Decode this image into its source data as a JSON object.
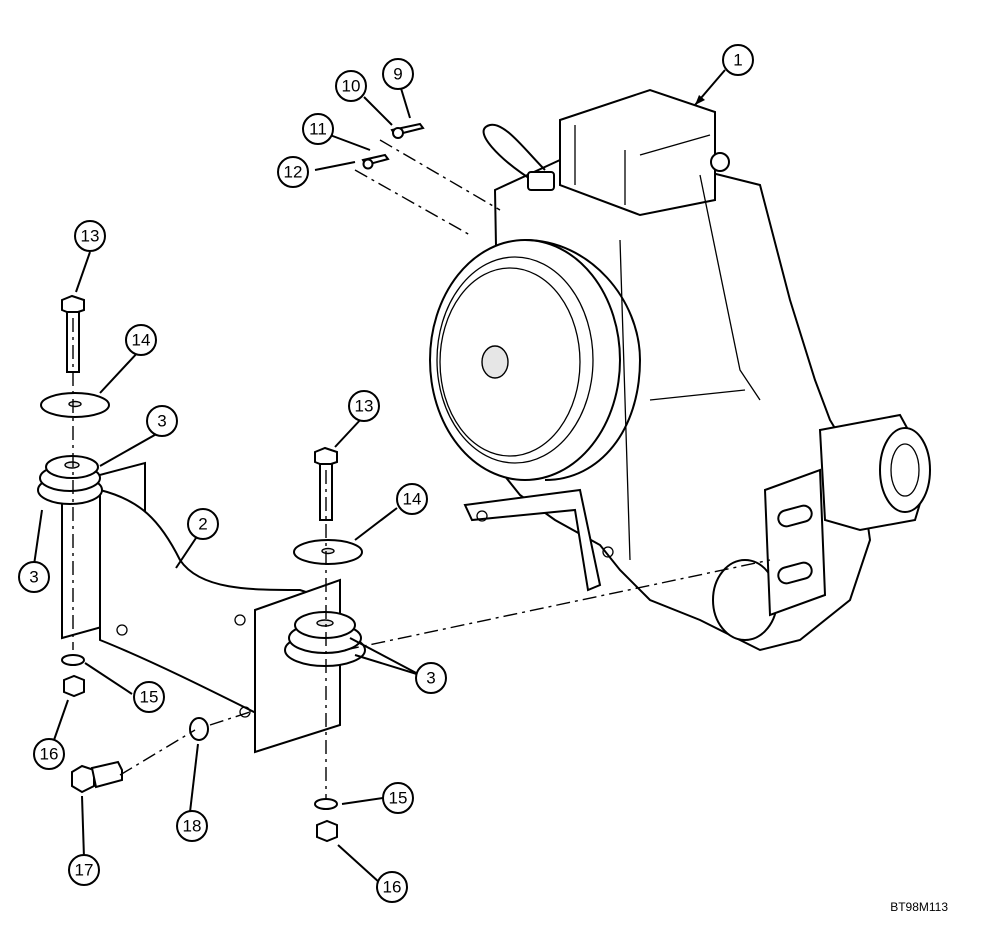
{
  "figure_code": "BT98M113",
  "callouts": [
    {
      "number": "1"
    },
    {
      "number": "9"
    },
    {
      "number": "10"
    },
    {
      "number": "11"
    },
    {
      "number": "12"
    },
    {
      "number": "13"
    },
    {
      "number": "14"
    },
    {
      "number": "3"
    },
    {
      "number": "3"
    },
    {
      "number": "2"
    },
    {
      "number": "13"
    },
    {
      "number": "14"
    },
    {
      "number": "3"
    },
    {
      "number": "15"
    },
    {
      "number": "16"
    },
    {
      "number": "18"
    },
    {
      "number": "17"
    },
    {
      "number": "15"
    },
    {
      "number": "16"
    }
  ]
}
